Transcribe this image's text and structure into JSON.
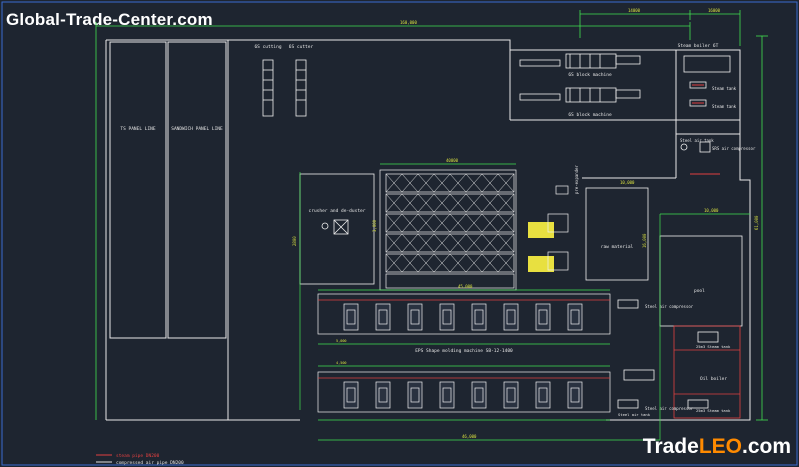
{
  "watermark_top": "Global-Trade-Center.com",
  "watermark_bottom": {
    "part1": "Trade",
    "part2": "LEO",
    "part3": ".com"
  },
  "labels": {
    "ts_panel_line": "TS PANEL LINE",
    "sandwich_panel_line": "SANDWICH PANEL LINE",
    "cutting": "6S cutting",
    "cutter": "6S cutter",
    "block_machine_1": "6S block machine",
    "block_machine_2": "6S block machine",
    "steam_boiler": "Steam boiler 6T",
    "steam_tank_1": "Steam tank",
    "steam_tank_2": "Steam tank",
    "air_tank": "Steel air tank",
    "air_compressor": "SRS air compressor",
    "crusher": "crusher and de-duster",
    "pre_expander": "pre-expander",
    "raw_material": "raw material",
    "pool": "pool",
    "shape_molding": "EPS Shape molding machine SB-12-1400",
    "air_compressor_2": "Steel air compressor",
    "oil_boiler": "Oil boiler",
    "steam_tank_3": "25m3 Steam tank",
    "steam_tank_4": "25m3 Steam tank",
    "air_tank_2": "Steel air tank",
    "air_compressor_3": "Steel air compressor"
  },
  "dimensions": [
    "160,000",
    "14000",
    "16000",
    "2800",
    "40000",
    "45,000",
    "10,000",
    "46,000",
    "61,000",
    "10,000",
    "5,000",
    "4,500",
    "16,000",
    "3,000"
  ],
  "legend": [
    {
      "text": "steam pipe DN200",
      "color": "#e04040"
    },
    {
      "text": "compressed air pipe DN200",
      "color": "#e0e0e0"
    }
  ],
  "colors": {
    "background": "#1e2530",
    "building_line": "#e8e8e8",
    "dimension_line": "#40e050",
    "equipment": "#f0f0f0",
    "steam_pipe": "#e04040",
    "highlight": "#e8e040"
  }
}
